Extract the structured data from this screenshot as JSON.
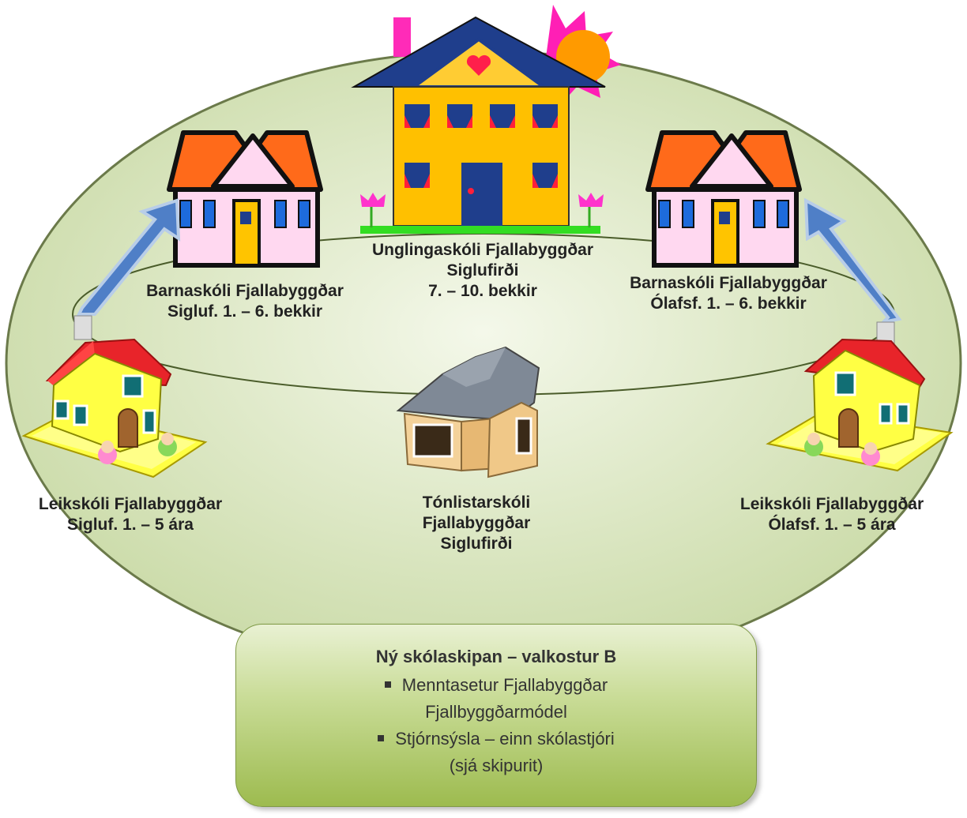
{
  "labels": {
    "upper_school": [
      "Unglingaskóli Fjallabyggðar",
      "Siglufirði",
      "7. – 10. bekkir"
    ],
    "primary_left": [
      "Barnaskóli Fjallabyggðar",
      "Sigluf. 1. – 6. bekkir"
    ],
    "primary_right": [
      "Barnaskóli Fjallabyggðar",
      "Ólafsf. 1. – 6. bekkir"
    ],
    "preschool_left": [
      "Leikskóli Fjallabyggðar",
      "Sigluf. 1. – 5 ára"
    ],
    "preschool_right": [
      "Leikskóli Fjallabyggðar",
      "Ólafsf. 1. – 5 ára"
    ],
    "music_school": [
      "Tónlistarskóli",
      "Fjallabyggðar",
      "Siglufirði"
    ]
  },
  "infobox": {
    "title": "Ný skólaskipan – valkostur B",
    "item1_line1": "Menntasetur Fjallabyggðar",
    "item1_line2": "Fjallbyggðarmódel",
    "item2_line1": "Stjórnsýsla – einn skólastjóri",
    "item2_line2": "(sjá skipurit)"
  },
  "colors": {
    "ellipse_fill": "#dde8c4",
    "box_green": "#9dbb4f",
    "roof_orange": "#ff6633",
    "roof_red": "#e3242b",
    "wall_yellow": "#ffcc00",
    "arrow_blue": "#4f7fc7"
  }
}
